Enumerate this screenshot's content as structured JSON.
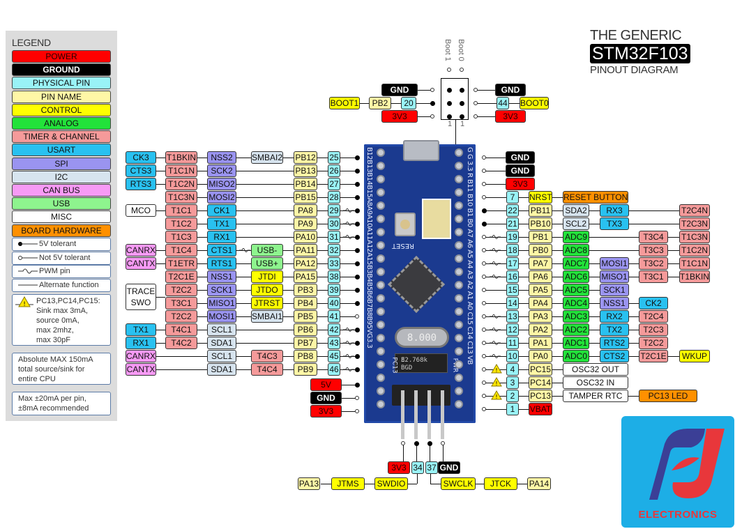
{
  "title": {
    "line1": "THE GENERIC",
    "line2": "STM32F103",
    "line3": "PINOUT DIAGRAM"
  },
  "colors": {
    "power": "#ff0000",
    "ground": "#000000",
    "physical_pin": "#99f3f7",
    "pin_name": "#fff7a6",
    "control": "#ffff00",
    "analog": "#22e23a",
    "timer": "#f59a9a",
    "usart": "#29c1f0",
    "spi": "#9a94f0",
    "i2c": "#d7e4ef",
    "can": "#f79af5",
    "usb": "#8ef48e",
    "misc": "#ffffff",
    "board_hw": "#ff9000",
    "logo_bg": "#1daee6",
    "logo_red": "#e8373b",
    "logo_blue": "#3b3f96"
  },
  "legend": {
    "title": "LEGEND",
    "categories": [
      {
        "label": "POWER",
        "type": "power"
      },
      {
        "label": "GROUND",
        "type": "ground"
      },
      {
        "label": "PHYSICAL PIN",
        "type": "physical_pin"
      },
      {
        "label": "PIN NAME",
        "type": "pin_name"
      },
      {
        "label": "CONTROL",
        "type": "control"
      },
      {
        "label": "ANALOG",
        "type": "analog"
      },
      {
        "label": "TIMER & CHANNEL",
        "type": "timer"
      },
      {
        "label": "USART",
        "type": "usart"
      },
      {
        "label": "SPI",
        "type": "spi"
      },
      {
        "label": "I2C",
        "type": "i2c"
      },
      {
        "label": "CAN BUS",
        "type": "can"
      },
      {
        "label": "USB",
        "type": "usb"
      },
      {
        "label": "MISC",
        "type": "misc"
      },
      {
        "label": "BOARD HARDWARE",
        "type": "board_hw"
      }
    ],
    "keys": [
      {
        "label": "5V tolerant",
        "symbol": "dot-line"
      },
      {
        "label": "Not 5V tolerant",
        "symbol": "open-dot-line"
      },
      {
        "label": "PWM pin",
        "symbol": "wave-line"
      },
      {
        "label": "Alternate function",
        "symbol": "line"
      }
    ],
    "warning_note": [
      "PC13,PC14,PC15:",
      "Sink max 3mA,",
      "source 0mA,",
      "max 2mhz,",
      "max 30pF"
    ],
    "notes": [
      [
        "Absolute MAX 150mA",
        "total source/sink for",
        "entire CPU"
      ],
      [
        "Max ±20mA per pin,",
        "±8mA recommended"
      ]
    ]
  },
  "boot": {
    "labels": [
      "Boot 1",
      "Boot 0"
    ],
    "pin1_labels": [
      "1",
      "1"
    ],
    "left": [
      {
        "items": [
          {
            "t": "GND",
            "type": "ground"
          }
        ],
        "end": "open"
      },
      {
        "items": [
          {
            "t": "BOOT1",
            "type": "control"
          },
          {
            "t": "PB2",
            "type": "pin_name"
          },
          {
            "t": "20",
            "type": "physical_pin"
          }
        ],
        "end": "dot"
      },
      {
        "items": [
          {
            "t": "3V3",
            "type": "power"
          }
        ],
        "end": "open"
      }
    ],
    "right": [
      {
        "items": [
          {
            "t": "GND",
            "type": "ground"
          }
        ],
        "end": "open"
      },
      {
        "items": [
          {
            "t": "44",
            "type": "physical_pin"
          },
          {
            "t": "BOOT0",
            "type": "control"
          }
        ],
        "end": "open"
      },
      {
        "items": [
          {
            "t": "3V3",
            "type": "power"
          }
        ],
        "end": "open"
      }
    ]
  },
  "left_pins": [
    {
      "phys": "25",
      "name": "PB12",
      "c4": {
        "t": "SMBAI2",
        "type": "i2c"
      },
      "c3": {
        "t": "NSS2",
        "type": "spi"
      },
      "c2": {
        "t": "T1BKIN",
        "type": "timer"
      },
      "c1": {
        "t": "CK3",
        "type": "usart"
      },
      "end": "dot"
    },
    {
      "phys": "26",
      "name": "PB13",
      "c3": {
        "t": "SCK2",
        "type": "spi"
      },
      "c2": {
        "t": "T1C1N",
        "type": "timer"
      },
      "c1": {
        "t": "CTS3",
        "type": "usart"
      },
      "end": "dot"
    },
    {
      "phys": "27",
      "name": "PB14",
      "c3": {
        "t": "MISO2",
        "type": "spi"
      },
      "c2": {
        "t": "T1C2N",
        "type": "timer"
      },
      "c1": {
        "t": "RTS3",
        "type": "usart"
      },
      "end": "dot"
    },
    {
      "phys": "28",
      "name": "PB15",
      "c3": {
        "t": "MOSI2",
        "type": "spi"
      },
      "c2": {
        "t": "T1C3N",
        "type": "timer"
      },
      "end": "dot"
    },
    {
      "phys": "29",
      "name": "PA8",
      "c3": {
        "t": "CK1",
        "type": "usart"
      },
      "c2": {
        "t": "T1C1",
        "type": "timer"
      },
      "c1": {
        "t": "MCO",
        "type": "misc"
      },
      "end": "dot",
      "pwm": true
    },
    {
      "phys": "30",
      "name": "PA9",
      "c3": {
        "t": "TX1",
        "type": "usart"
      },
      "c2": {
        "t": "T1C2",
        "type": "timer"
      },
      "end": "dot",
      "pwm": true
    },
    {
      "phys": "31",
      "name": "PA10",
      "c3": {
        "t": "RX1",
        "type": "usart"
      },
      "c2": {
        "t": "T1C3",
        "type": "timer"
      },
      "end": "dot",
      "pwm": true
    },
    {
      "phys": "32",
      "name": "PA11",
      "c4": {
        "t": "USB-",
        "type": "usb"
      },
      "c3": {
        "t": "CTS1",
        "type": "usart"
      },
      "c2": {
        "t": "T1C4",
        "type": "timer"
      },
      "c1": {
        "t": "CANRX",
        "type": "can"
      },
      "end": "dot",
      "c4pwm": true
    },
    {
      "phys": "33",
      "name": "PA12",
      "c4": {
        "t": "USB+",
        "type": "usb"
      },
      "c3": {
        "t": "RTS1",
        "type": "usart"
      },
      "c2": {
        "t": "T1ETR",
        "type": "timer"
      },
      "c1": {
        "t": "CANTX",
        "type": "can"
      },
      "end": "dot"
    },
    {
      "phys": "38",
      "name": "PA15",
      "c4": {
        "t": "JTDI",
        "type": "control"
      },
      "c3": {
        "t": "NSS1",
        "type": "spi"
      },
      "c2": {
        "t": "T2C1E",
        "type": "timer"
      },
      "end": "dot"
    },
    {
      "phys": "39",
      "name": "PB3",
      "c4": {
        "t": "JTDO",
        "type": "control"
      },
      "c3": {
        "t": "SCK1",
        "type": "spi"
      },
      "c2": {
        "t": "T2C2",
        "type": "timer"
      },
      "end": "dot"
    },
    {
      "phys": "40",
      "name": "PB4",
      "c4": {
        "t": "JTRST",
        "type": "control"
      },
      "c3": {
        "t": "MISO1",
        "type": "spi"
      },
      "c2": {
        "t": "T3C1",
        "type": "timer"
      },
      "end": "dot"
    },
    {
      "phys": "41",
      "name": "PB5",
      "c4": {
        "t": "SMBAI1",
        "type": "i2c"
      },
      "c3": {
        "t": "MOSI1",
        "type": "spi"
      },
      "c2": {
        "t": "T2C2",
        "type": "timer"
      },
      "end": "open"
    },
    {
      "phys": "42",
      "name": "PB6",
      "c3": {
        "t": "SCL1",
        "type": "i2c"
      },
      "c2": {
        "t": "T4C1",
        "type": "timer"
      },
      "c1": {
        "t": "TX1",
        "type": "usart"
      },
      "end": "dot",
      "pwm": true
    },
    {
      "phys": "43",
      "name": "PB7",
      "c3": {
        "t": "SDA1",
        "type": "i2c"
      },
      "c2": {
        "t": "T4C2",
        "type": "timer"
      },
      "c1": {
        "t": "RX1",
        "type": "usart"
      },
      "end": "dot",
      "pwm": true
    },
    {
      "phys": "45",
      "name": "PB8",
      "c4": {
        "t": "T4C3",
        "type": "timer"
      },
      "c3": {
        "t": "SCL1",
        "type": "i2c"
      },
      "c1": {
        "t": "CANRX",
        "type": "can"
      },
      "end": "dot",
      "pwm": true
    },
    {
      "phys": "46",
      "name": "PB9",
      "c4": {
        "t": "T4C4",
        "type": "timer"
      },
      "c3": {
        "t": "SDA1",
        "type": "i2c"
      },
      "c1": {
        "t": "CANTX",
        "type": "can"
      },
      "end": "dot",
      "pwm": true
    }
  ],
  "left_trace_swo": "TRACE\nSWO",
  "left_power": [
    {
      "t": "5V",
      "type": "power",
      "end": "dot"
    },
    {
      "t": "GND",
      "type": "ground",
      "end": "open"
    },
    {
      "t": "3V3",
      "type": "power",
      "end": "open"
    }
  ],
  "right_power": [
    {
      "t": "GND",
      "type": "ground",
      "end": "open"
    },
    {
      "t": "GND",
      "type": "ground",
      "end": "open"
    },
    {
      "t": "3V3",
      "type": "power",
      "end": "open"
    }
  ],
  "right_pins": [
    {
      "phys": "7",
      "name": "NRST",
      "name_type": "control",
      "c1": {
        "t": "RESET BUTTON",
        "type": "board_hw",
        "wide": true
      },
      "end": "open"
    },
    {
      "phys": "22",
      "name": "PB11",
      "c1": {
        "t": "SDA2",
        "type": "i2c"
      },
      "c2": {
        "t": "RX3",
        "type": "usart"
      },
      "c4": {
        "t": "T2C4N",
        "type": "timer"
      },
      "end": "dot"
    },
    {
      "phys": "21",
      "name": "PB10",
      "c1": {
        "t": "SCL2",
        "type": "i2c"
      },
      "c2": {
        "t": "TX3",
        "type": "usart"
      },
      "c4": {
        "t": "T2C3N",
        "type": "timer"
      },
      "end": "dot"
    },
    {
      "phys": "19",
      "name": "PB1",
      "c1": {
        "t": "ADC9",
        "type": "analog"
      },
      "c3": {
        "t": "T3C4",
        "type": "timer"
      },
      "c4": {
        "t": "T1C3N",
        "type": "timer"
      },
      "end": "open",
      "pwm": true
    },
    {
      "phys": "18",
      "name": "PB0",
      "c1": {
        "t": "ADC8",
        "type": "analog"
      },
      "c3": {
        "t": "T3C3",
        "type": "timer"
      },
      "c4": {
        "t": "T1C2N",
        "type": "timer"
      },
      "end": "open",
      "pwm": true
    },
    {
      "phys": "17",
      "name": "PA7",
      "c1": {
        "t": "ADC7",
        "type": "analog"
      },
      "c2": {
        "t": "MOSI1",
        "type": "spi"
      },
      "c3": {
        "t": "T3C2",
        "type": "timer"
      },
      "c4": {
        "t": "T1C1N",
        "type": "timer"
      },
      "end": "open",
      "pwm": true
    },
    {
      "phys": "16",
      "name": "PA6",
      "c1": {
        "t": "ADC6",
        "type": "analog"
      },
      "c2": {
        "t": "MISO1",
        "type": "spi"
      },
      "c3": {
        "t": "T3C1",
        "type": "timer"
      },
      "c4": {
        "t": "T1BKIN",
        "type": "timer"
      },
      "end": "open",
      "pwm": true
    },
    {
      "phys": "15",
      "name": "PA5",
      "c1": {
        "t": "ADC5",
        "type": "analog"
      },
      "c2": {
        "t": "SCK1",
        "type": "spi"
      },
      "end": "open"
    },
    {
      "phys": "14",
      "name": "PA4",
      "c1": {
        "t": "ADC4",
        "type": "analog"
      },
      "c2": {
        "t": "NSS1",
        "type": "spi"
      },
      "c3": {
        "t": "CK2",
        "type": "usart"
      },
      "end": "open"
    },
    {
      "phys": "13",
      "name": "PA3",
      "c1": {
        "t": "ADC3",
        "type": "analog"
      },
      "c2": {
        "t": "RX2",
        "type": "usart"
      },
      "c3": {
        "t": "T2C4",
        "type": "timer"
      },
      "end": "open",
      "pwm": true
    },
    {
      "phys": "12",
      "name": "PA2",
      "c1": {
        "t": "ADC2",
        "type": "analog"
      },
      "c2": {
        "t": "TX2",
        "type": "usart"
      },
      "c3": {
        "t": "T2C3",
        "type": "timer"
      },
      "end": "open",
      "pwm": true
    },
    {
      "phys": "11",
      "name": "PA1",
      "c1": {
        "t": "ADC1",
        "type": "analog"
      },
      "c2": {
        "t": "RTS2",
        "type": "usart"
      },
      "c3": {
        "t": "T2C2",
        "type": "timer"
      },
      "end": "open",
      "pwm": true
    },
    {
      "phys": "10",
      "name": "PA0",
      "c1": {
        "t": "ADC0",
        "type": "analog"
      },
      "c2": {
        "t": "CTS2",
        "type": "usart"
      },
      "c3": {
        "t": "T2C1E",
        "type": "timer"
      },
      "c4": {
        "t": "WKUP",
        "type": "control"
      },
      "end": "open",
      "pwm": true
    },
    {
      "phys": "4",
      "name": "PC15",
      "c1": {
        "t": "OSC32 OUT",
        "type": "misc",
        "wide": true
      },
      "end": "open",
      "warn": true
    },
    {
      "phys": "3",
      "name": "PC14",
      "c1": {
        "t": "OSC32 IN",
        "type": "misc",
        "wide": true
      },
      "end": "open",
      "warn": true
    },
    {
      "phys": "2",
      "name": "PC13",
      "c1": {
        "t": "TAMPER RTC",
        "type": "misc",
        "wide": true
      },
      "c3": {
        "t": "PC13 LED",
        "type": "board_hw",
        "wide": true
      },
      "end": "open",
      "warn": true
    },
    {
      "phys": "1",
      "name": "VBAT",
      "name_type": "power",
      "end": "open"
    }
  ],
  "swd": {
    "header": [
      {
        "t": "3V3",
        "type": "power",
        "end": "open"
      },
      {
        "t": "34",
        "type": "physical_pin",
        "end": "dot"
      },
      {
        "t": "37",
        "type": "physical_pin",
        "end": "dot"
      },
      {
        "t": "GND",
        "type": "ground",
        "end": "open"
      }
    ],
    "left_chain": [
      {
        "t": "PA13",
        "type": "pin_name"
      },
      {
        "t": "JTMS",
        "type": "control"
      },
      {
        "t": "SWDIO",
        "type": "control"
      }
    ],
    "right_chain": [
      {
        "t": "SWCLK",
        "type": "control"
      },
      {
        "t": "JTCK",
        "type": "control"
      },
      {
        "t": "PA14",
        "type": "pin_name"
      }
    ]
  },
  "board": {
    "left_silk": [
      "B12",
      "B13",
      "B14",
      "B15",
      "A8",
      "A9",
      "A10",
      "A11",
      "A12",
      "A15",
      "B3",
      "B4",
      "B5",
      "B6",
      "B7",
      "B8",
      "B9",
      "5V",
      "G",
      "3.3"
    ],
    "right_silk": [
      "G",
      "G",
      "3.3",
      "R",
      "B11",
      "B10",
      "B1",
      "B0",
      "A7",
      "A6",
      "A5",
      "A4",
      "A3",
      "A2",
      "A1",
      "A0",
      "C15",
      "C14",
      "C13",
      "VB"
    ],
    "reset_label": "RESET",
    "crystal_label": "8.000",
    "rtc_label_1": "32.768k",
    "rtc_label_2": "E   BGD",
    "pc13_label": "PC13",
    "pwr_label": "PWR"
  },
  "logo": {
    "text": "ELECTRONICS"
  }
}
